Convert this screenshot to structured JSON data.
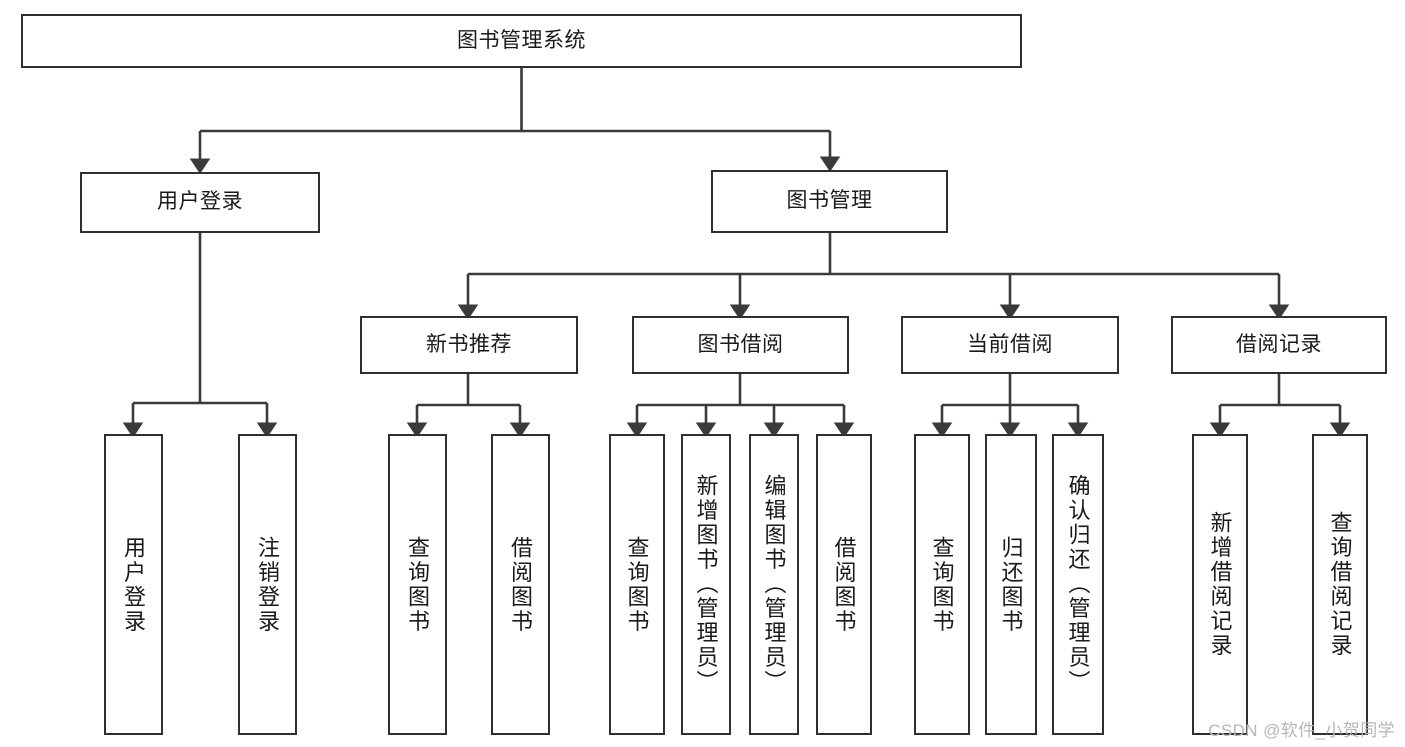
{
  "diagram": {
    "title": "图书管理系统",
    "type": "hierarchy-tree",
    "levels": 4,
    "colors": {
      "box_border": "#2f2f2f",
      "box_fill": "#ffffff",
      "connector": "#3a3a3a",
      "text": "#1a1a1a",
      "watermark": "#b6b6b6",
      "background": "#ffffff"
    }
  },
  "root": {
    "label": "图书管理系统"
  },
  "level2": [
    {
      "label": "用户登录"
    },
    {
      "label": "图书管理"
    }
  ],
  "level3": [
    {
      "label": "新书推荐"
    },
    {
      "label": "图书借阅"
    },
    {
      "label": "当前借阅"
    },
    {
      "label": "借阅记录"
    }
  ],
  "leaves": {
    "user_login": [
      {
        "label": "用户登录"
      },
      {
        "label": "注销登录"
      }
    ],
    "new_book_recommend": [
      {
        "label": "查询图书"
      },
      {
        "label": "借阅图书"
      }
    ],
    "book_borrow": [
      {
        "label": "查询图书"
      },
      {
        "label": "新增图书（管理员）"
      },
      {
        "label": "编辑图书（管理员）"
      },
      {
        "label": "借阅图书"
      }
    ],
    "current_borrow": [
      {
        "label": "查询图书"
      },
      {
        "label": "归还图书"
      },
      {
        "label": "确认归还（管理员）"
      }
    ],
    "borrow_record": [
      {
        "label": "新增借阅记录"
      },
      {
        "label": "查询借阅记录"
      }
    ]
  },
  "watermark": {
    "text": "CSDN @软件_小贺同学"
  }
}
